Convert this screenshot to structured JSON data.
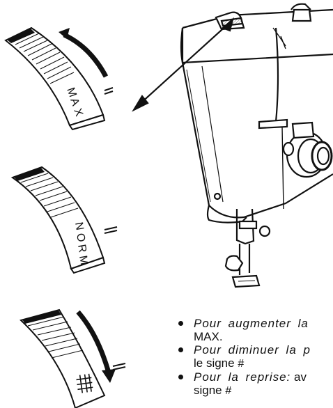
{
  "dial_labels": {
    "max": [
      "M",
      "A",
      "X"
    ],
    "norm": [
      "N",
      "O",
      "R",
      "M"
    ]
  },
  "reprise_icon": "hash-grid-icon",
  "instructions": [
    {
      "italic": "Pour augmenter la",
      "cont": "MAX."
    },
    {
      "italic": "Pour diminuer la p",
      "cont": "le signe"
    },
    {
      "italic": "Pour la reprise:",
      "rest": " av",
      "cont": "signe"
    }
  ],
  "sym": "#"
}
